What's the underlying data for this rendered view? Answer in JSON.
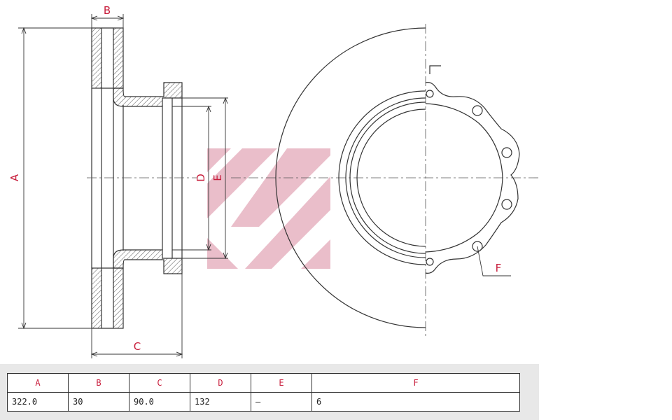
{
  "drawing": {
    "labels": {
      "a": "A",
      "b": "B",
      "c": "C",
      "d": "D",
      "e": "E",
      "f": "F"
    },
    "colors": {
      "line": "#333333",
      "label": "#c81e3c",
      "watermark": "#d98aa0"
    }
  },
  "spec_table": {
    "headers": [
      "A",
      "B",
      "C",
      "D",
      "E",
      "F"
    ],
    "values": [
      "322.0",
      "30",
      "90.0",
      "132",
      "–",
      "6"
    ]
  }
}
